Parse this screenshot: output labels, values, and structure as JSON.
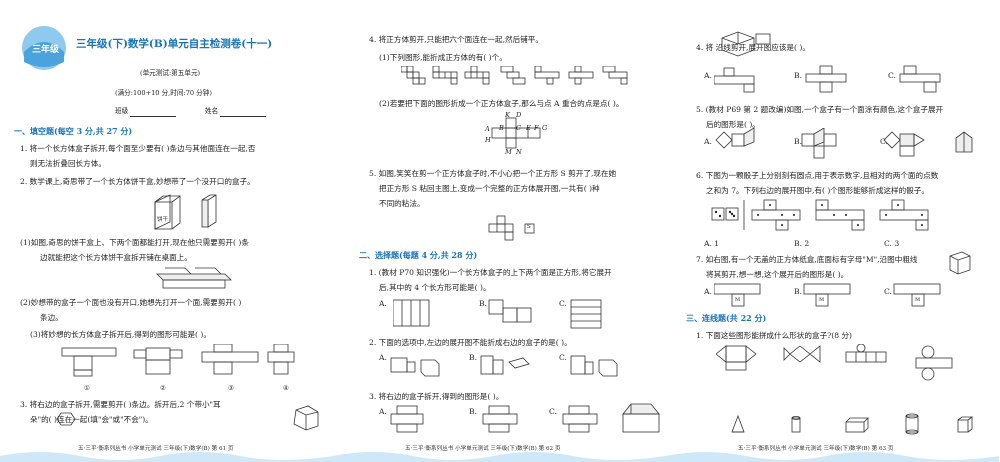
{
  "page1": {
    "title": "三年级(下)数学(B)单元自主检测卷(十一)",
    "emblem_text": "三年级",
    "unit": "(单元测试:第五单元)",
    "score": "(满分:100+10 分,时间:70 分钟)",
    "class_label": "班级",
    "name_label": "姓名",
    "section1": "一、填空题(每空 3 分,共 27 分)",
    "q1a": "1. 将一个长方体盒子拆开,每个面至少要有(      )条边与其他面连在一起,否",
    "q1b": "则无法折叠回长方体。",
    "q2": "2. 数学课上,奇思带了一个长方体饼干盒,妙想带了一个没开口的盒子。",
    "biscuit_label": "饼干",
    "q2_1a": "(1)如图,奇思的饼干盒上、下两个面都能打开,现在他只需要剪开(      )条",
    "q2_1b": "边就能把这个长方体饼干盒拆开铺在桌面上。",
    "q2_2a": "(2)妙想带的盒子一个面也没有开口,她想先打开一个面,需要剪开(      )",
    "q2_2b": "条边。",
    "q2_3": "(3)将妙想的长方体盒子拆开后,得到的图形可能是(      )。",
    "opts_circled": [
      "①",
      "②",
      "③",
      "④"
    ],
    "q3a": "3. 将右边的盒子拆开,需要剪开(      )条边。拆开后,2 个带小\"耳",
    "q3b": "朵\"的(       )连在一起(填\"会\"或\"不会\")。",
    "footer": "五·三平·衡系列丛书   小学单元测试   三年级(下)数学(B)   第 61 页"
  },
  "page2": {
    "q4": "4. 将正方体剪开,只能把六个面连在一起,然后铺平。",
    "q4_1": "(1)下列图形,能折成正方体的有(      )个。",
    "q4_2": "(2)若要把下面的图形折成一个正方体盒子,那么与点 A 重合的点是点(      )。",
    "letters_top": [
      "K",
      "D"
    ],
    "letters_mid": [
      "B",
      "C",
      "E",
      "F",
      "G"
    ],
    "letters_bottom": [
      "M",
      "N"
    ],
    "letter_a": "A",
    "letter_h": "H",
    "q5a": "5. 如图,笑笑在剪一个正方体盒子时,不小心把一个正方形 S 剪开了,现在她",
    "q5b": "把正方形 S 粘回主图上,变成一个完整的正方体展开图,一共有(      )种",
    "q5c": "不同的粘法。",
    "label_s": "S",
    "section2": "二、选择题(每题 4 分,共 28 分)",
    "q1a": "1. (教材 P70 知识强化)一个长方体盒子的上下两个面是正方形,将它展开",
    "q1b": "后,其中的 4 个长方形可能是(      )。",
    "opts": [
      "A.",
      "B.",
      "C."
    ],
    "q2": "2. 下面的选项中,左边的展开图不能折成右边的盒子的是(      )。",
    "q3": "3. 将右边的盒子拆开,得到的图形是(      )。",
    "footer": "五·三平·衡系列丛书   小学单元测试   三年级(下)数学(B)   第 62 页"
  },
  "page3": {
    "q4": "4. 将              沿线剪开,展开图应该是(      )。",
    "opts": [
      "A.",
      "B.",
      "C."
    ],
    "q5a": "5. (教材 P69 第 2 题改编)如图,一个盒子有一个面涂有颜色,这个盒子展开",
    "q5b": "后的图形是(      )。",
    "q6a": "6. 下图为一颗骰子上分别刻有圆点,用于表示数字,且相对的两个面的点数",
    "q6b": "之和为 7。下列右边的展开图中,有(      )个图形能够折成这样的骰子。",
    "q6_opts": [
      "A. 1",
      "B. 2",
      "C. 3"
    ],
    "q7a": "7. 如右图,有一个无盖的正方体纸盒,底面标有字母\"M\",沿图中粗线",
    "q7b": "将其剪开,想一想,这个展开后的图形是(      )。",
    "m_label": "M",
    "section3": "三、连线题(共 22 分)",
    "q1": "1. 下面这些图形能拼成什么形状的盒子?(8 分)",
    "footer": "五·三平·衡系列丛书   小学单元测试   三年级(下)数学(B)   第 63 页"
  }
}
